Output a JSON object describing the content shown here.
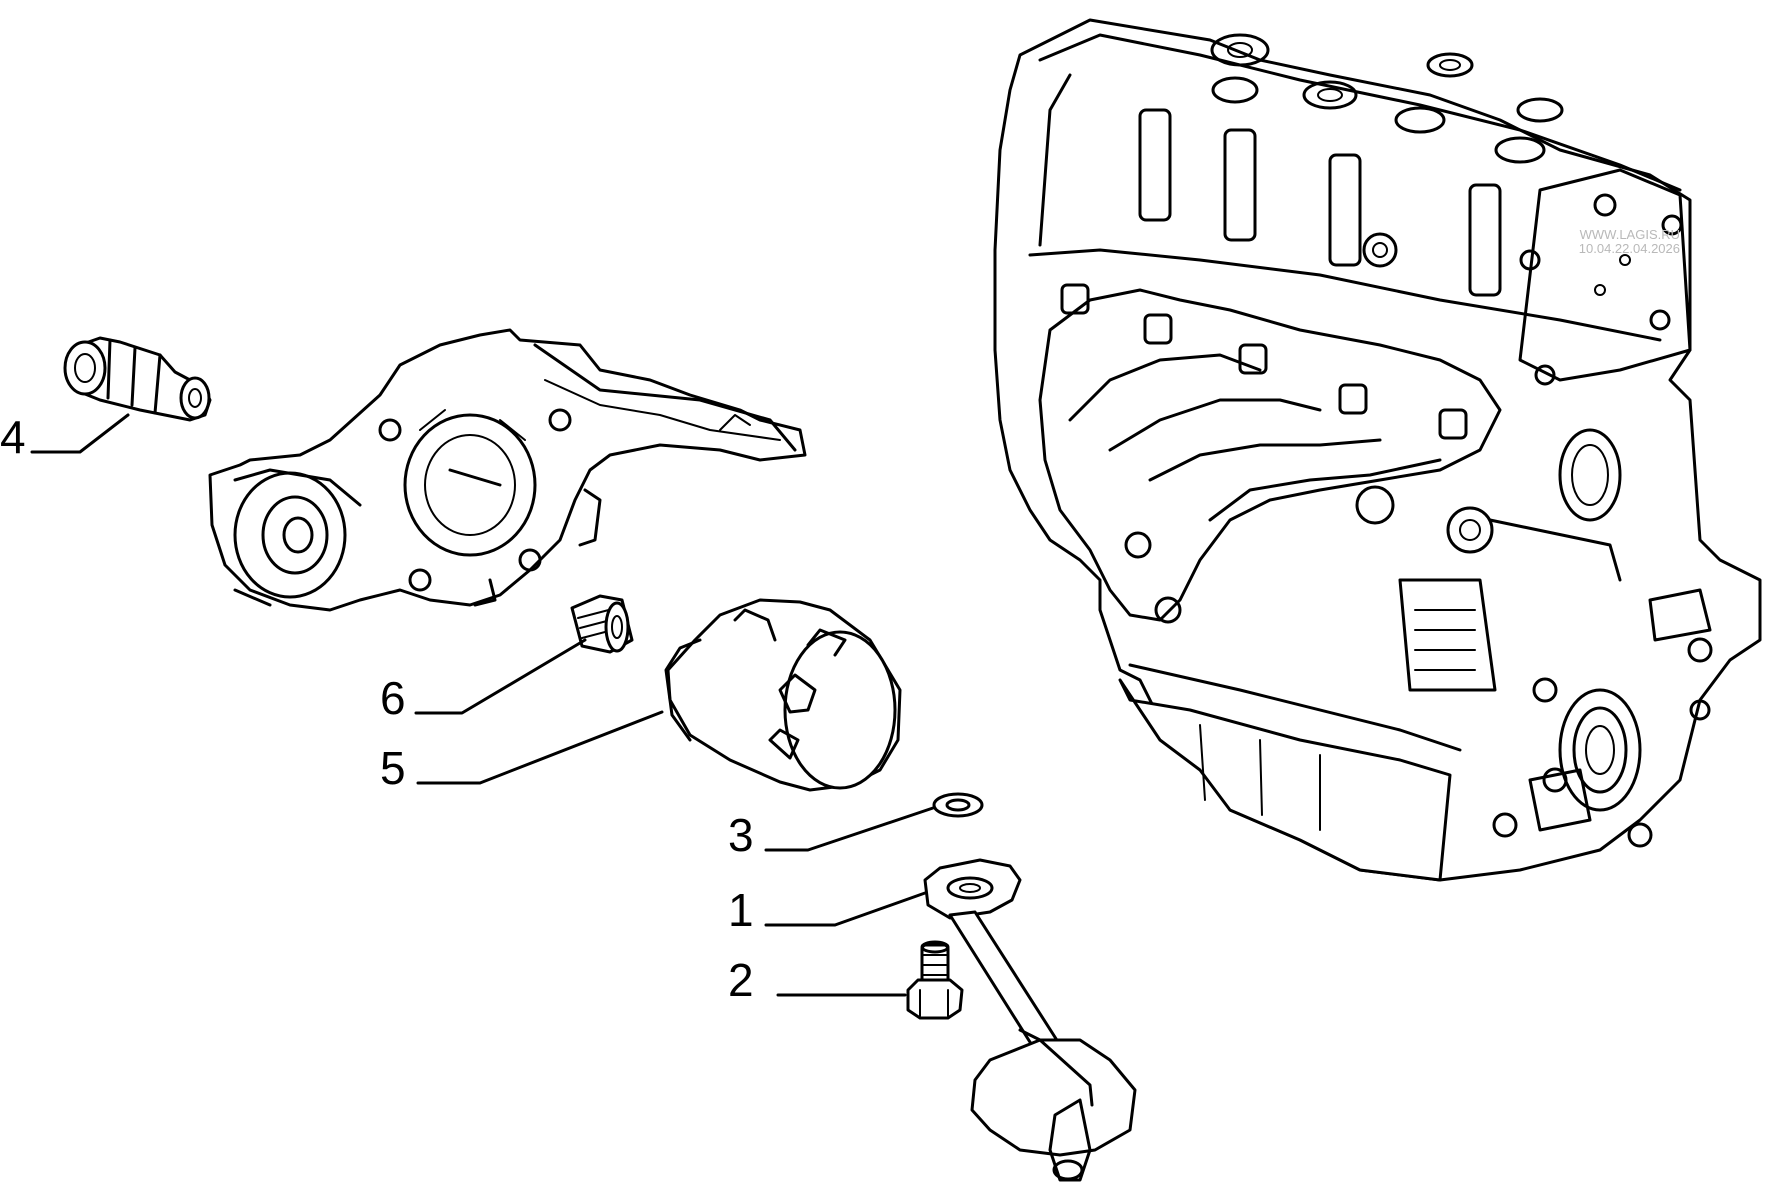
{
  "callouts": [
    {
      "id": "4",
      "label": "4"
    },
    {
      "id": "6",
      "label": "6"
    },
    {
      "id": "5",
      "label": "5"
    },
    {
      "id": "3",
      "label": "3"
    },
    {
      "id": "1",
      "label": "1"
    },
    {
      "id": "2",
      "label": "2"
    }
  ],
  "watermark": {
    "line1": "WWW.LAGIS.RU",
    "line2": "10.04.22.04.2026"
  }
}
